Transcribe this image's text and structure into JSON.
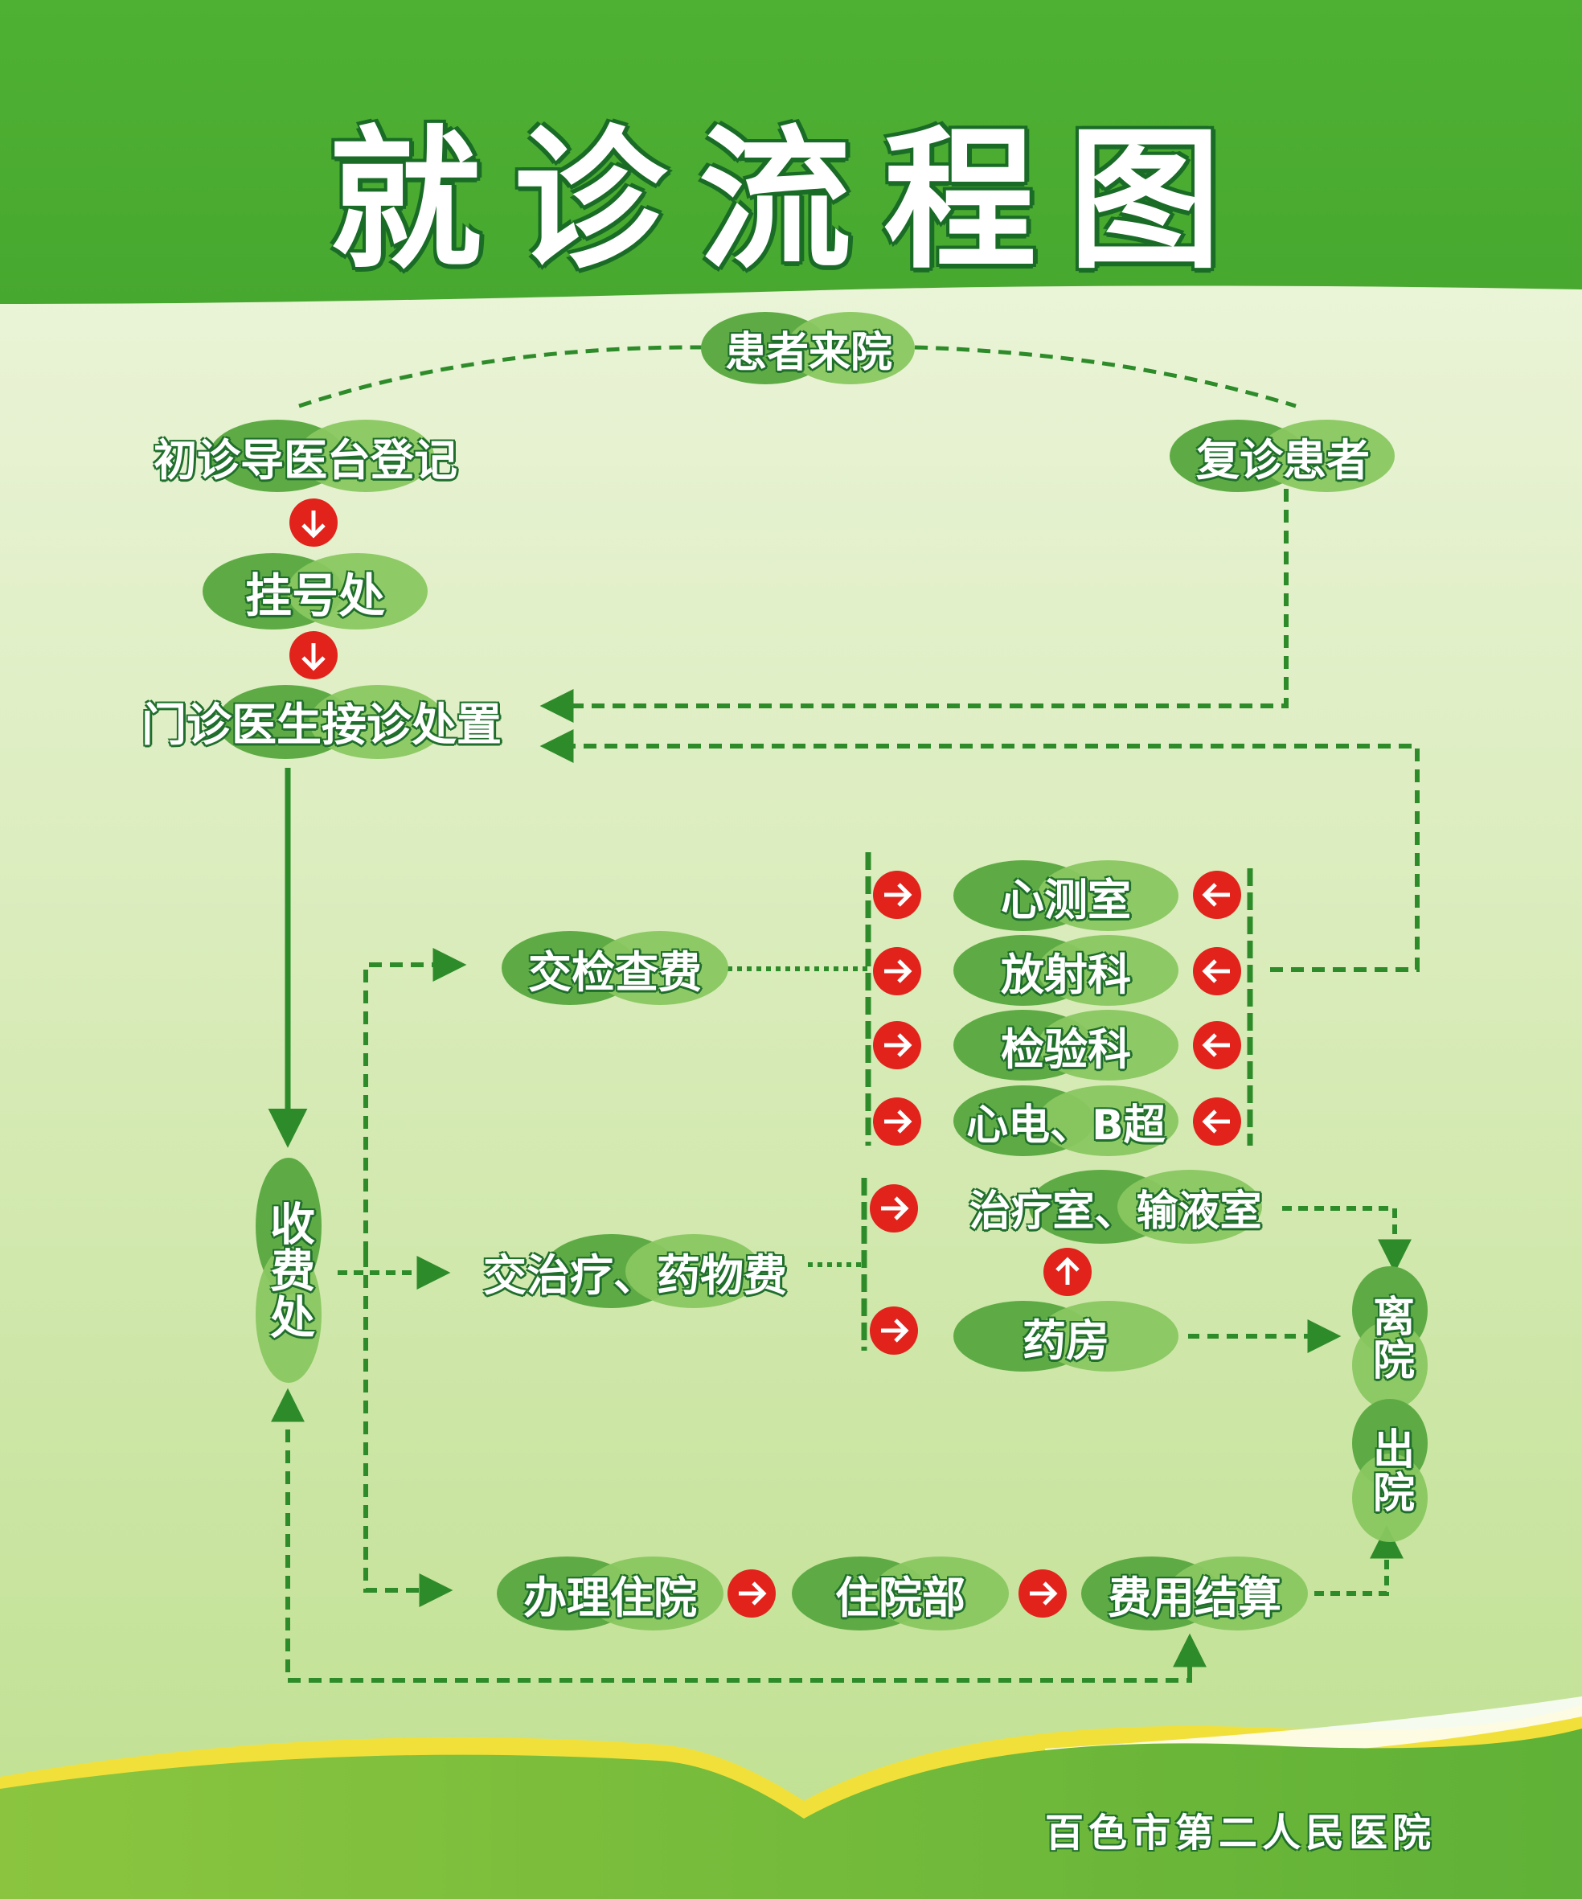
{
  "title": "就诊流程图",
  "colors": {
    "header_green": "#4fb133",
    "dash_green": "#2e8b2a",
    "arrow_red": "#e1231c",
    "text_dark_green": "#1f6e2c"
  },
  "nodes": {
    "arrive": "患者来院",
    "first_visit": "初诊导医台登记",
    "return_visit": "复诊患者",
    "registration": "挂号处",
    "doctor": "门诊医生接诊处置",
    "cashier": "收费处",
    "exam_fee": "交检查费",
    "heart_test": "心测室",
    "radiology": "放射科",
    "lab": "检验科",
    "ecg_bus": "心电、B超",
    "treat_fee": "交治疗、药物费",
    "treatment_room": "治疗室、输液室",
    "pharmacy": "药房",
    "leave": "离院",
    "discharge": "出院",
    "admission": "办理住院",
    "inpatient": "住院部",
    "settlement": "费用结算"
  },
  "footer": "百色市第二人民医院"
}
